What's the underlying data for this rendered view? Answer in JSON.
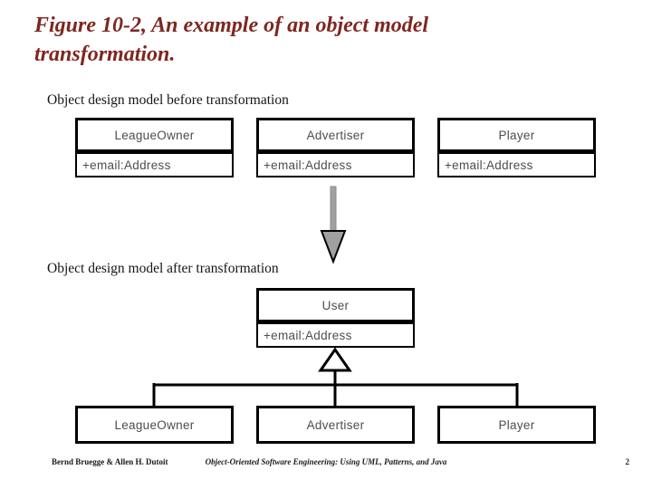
{
  "title": {
    "line1": "Figure 10-2, An example of an object model",
    "line2": "transformation.",
    "color": "#7e2620"
  },
  "sections": {
    "before": "Object design model before transformation",
    "after": "Object design model after transformation"
  },
  "before_classes": [
    {
      "name": "LeagueOwner",
      "attribute": "+email:Address"
    },
    {
      "name": "Advertiser",
      "attribute": "+email:Address"
    },
    {
      "name": "Player",
      "attribute": "+email:Address"
    }
  ],
  "after_model": {
    "superclass": {
      "name": "User",
      "attribute": "+email:Address"
    },
    "subclasses": [
      "LeagueOwner",
      "Advertiser",
      "Player"
    ]
  },
  "icons": {
    "transformation_arrow": "down-arrow",
    "arrow_color": "#a0a0a0",
    "inheritance_marker": "hollow-triangle-up"
  },
  "footer": {
    "left": "Bernd Bruegge & Allen H. Dutoit",
    "center": "Object-Oriented Software Engineering: Using UML, Patterns, and Java",
    "right_page_number": "2"
  }
}
